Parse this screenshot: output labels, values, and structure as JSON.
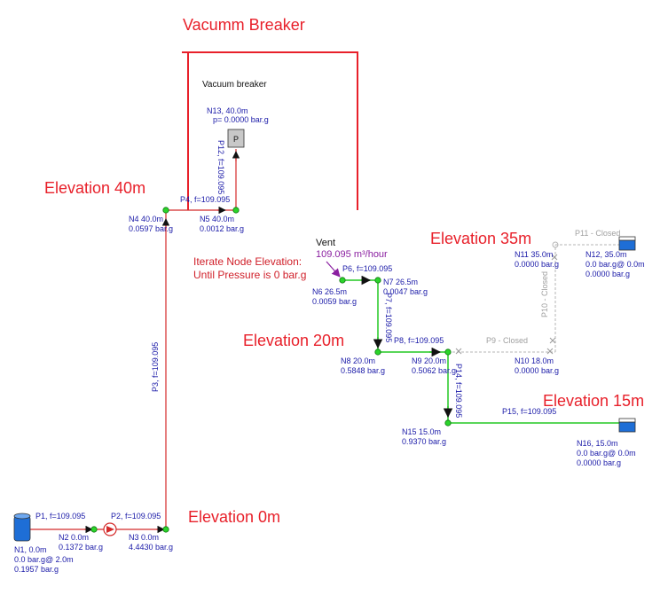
{
  "titles": {
    "vacuum_breaker": "Vacumm Breaker",
    "elev_40": "Elevation 40m",
    "elev_35": "Elevation 35m",
    "elev_20": "Elevation 20m",
    "elev_15": "Elevation 15m",
    "elev_0": "Elevation 0m"
  },
  "vacuum_box": {
    "label": "Vacuum breaker",
    "node": "N13, 40.0m",
    "pressure": "p= 0.0000 bar.g",
    "icon_letter": "P"
  },
  "note": {
    "line1": "Iterate Node Elevation:",
    "line2": "Until Pressure is 0 bar.g"
  },
  "vent": {
    "label": "Vent",
    "flow": "109.095 m³/hour"
  },
  "nodes": {
    "n1": {
      "name": "N1, 0.0m",
      "l2": "0.0 bar.g@ 2.0m",
      "l3": "0.1957 bar.g"
    },
    "n2": {
      "name": "N2  0.0m",
      "l2": "0.1372 bar.g"
    },
    "n3": {
      "name": "N3  0.0m",
      "l2": "4.4430 bar.g"
    },
    "n4": {
      "name": "N4  40.0m",
      "l2": "0.0597 bar.g"
    },
    "n5": {
      "name": "N5  40.0m",
      "l2": "0.0012 bar.g"
    },
    "n6": {
      "name": "N6  26.5m",
      "l2": "0.0059 bar.g"
    },
    "n7": {
      "name": "N7  26.5m",
      "l2": "0.0047 bar.g"
    },
    "n8": {
      "name": "N8  20.0m",
      "l2": "0.5848 bar.g"
    },
    "n9": {
      "name": "N9  20.0m",
      "l2": "0.5062 bar.g"
    },
    "n10": {
      "name": "N10  18.0m",
      "l2": "0.0000 bar.g"
    },
    "n11": {
      "name": "N11  35.0m",
      "l2": "0.0000 bar.g"
    },
    "n12": {
      "name": "N12, 35.0m",
      "l2": "0.0 bar.g@ 0.0m",
      "l3": "0.0000 bar.g"
    },
    "n15": {
      "name": "N15  15.0m",
      "l2": "0.9370 bar.g"
    },
    "n16": {
      "name": "N16, 15.0m",
      "l2": "0.0 bar.g@ 0.0m",
      "l3": "0.0000 bar.g"
    }
  },
  "pipes": {
    "p1": "P1, f=109.095",
    "p2": "P2, f=109.095",
    "p3": "P3, f=109.095",
    "p4": "P4, f=109.095",
    "p6": "P6, f=109.095",
    "p7": "P7, f=109.095",
    "p8": "P8, f=109.095",
    "p9": "P9 - Closed",
    "p10": "P10 - Closed",
    "p11": "P11 - Closed",
    "p12": "P12, f=109.095",
    "p14": "P14, f=109.095",
    "p15": "P15, f=109.095"
  },
  "colors": {
    "pipe_red": "#d42a2a",
    "pipe_green": "#22c822",
    "closed_grey": "#b4b4b4",
    "node_green": "#2bd42b",
    "label_blue": "#1a1aa8",
    "title_red": "#e8202a",
    "tank_blue": "#1e6ed6",
    "vent_purple": "#8a1fa0"
  },
  "icons": [
    "reservoir-icon",
    "pump-icon",
    "pressure-icon",
    "tank-icon",
    "vent-arrow-icon"
  ]
}
